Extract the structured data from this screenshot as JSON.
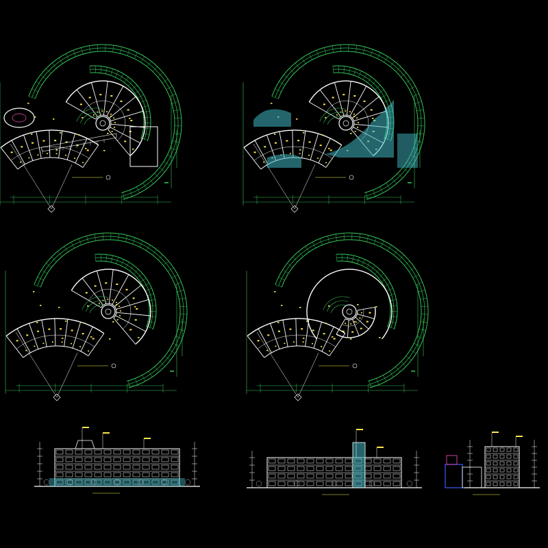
{
  "drawing": {
    "background": "#000000",
    "colors": {
      "spiral": "#34c759",
      "wall": "#ffffff",
      "dim": "#34c759",
      "label": "#fffc4a",
      "marker": "#ffe74c",
      "hatch": "#3fb8c3",
      "accent_blue": "#3a5bff",
      "accent_pink": "#ff4fbf",
      "tree": "#b4b4b4",
      "glass": "#3fb8c3"
    },
    "sheets": [
      {
        "name": "plan-ground",
        "title": "",
        "scale": ""
      },
      {
        "name": "plan-second",
        "title": "",
        "scale": ""
      },
      {
        "name": "plan-third",
        "title": "",
        "scale": ""
      },
      {
        "name": "plan-roof",
        "title": "",
        "scale": ""
      },
      {
        "name": "elevation-south",
        "title": "",
        "scale": ""
      },
      {
        "name": "elevation-north",
        "title": "",
        "scale": ""
      },
      {
        "name": "elevation-side",
        "title": "",
        "scale": ""
      }
    ]
  }
}
